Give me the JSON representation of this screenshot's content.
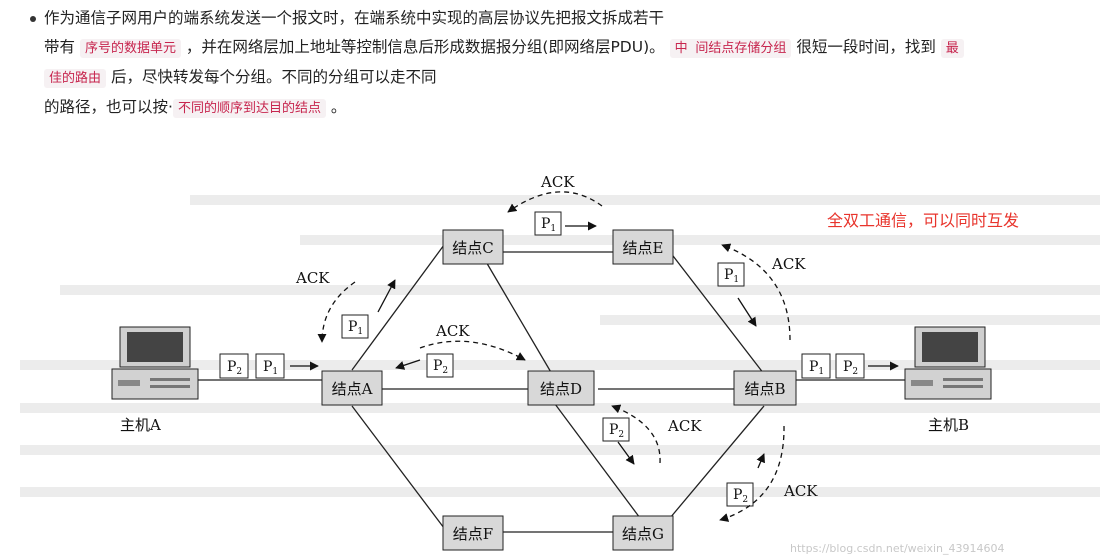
{
  "paragraph": {
    "line1": "作为通信子网用户的端系统发送一个报文时，在端系统中实现的高层协议先把报文拆成若干",
    "line2_a": "带有",
    "hl_seq": "序号的数据单元",
    "line2_b": "，并在网络层加上地址等控制信息后形成数据报分组(即网络层PDU)。",
    "hl_store": "中 间结点存储分组",
    "line2_c": "很短一段时间，找到",
    "hl_best_a": "最",
    "hl_best_b": "佳的路由",
    "line3_a": "后，尽快转发每个分组。不同的分组可以走不同",
    "line4_a": "的路径，也可以按·",
    "hl_order": "不同的顺序到达目的结点",
    "line4_b": "。"
  },
  "diagram": {
    "nodes": {
      "A": "结点A",
      "B": "结点B",
      "C": "结点C",
      "D": "结点D",
      "E": "结点E",
      "F": "结点F",
      "G": "结点G"
    },
    "hosts": {
      "A": "主机A",
      "B": "主机B"
    },
    "packets": {
      "p1": "P",
      "p2": "P",
      "sub1": "1",
      "sub2": "2"
    },
    "ack": "ACK",
    "note": "全双工通信，可以同时互发",
    "watermark": "https://blog.csdn.net/weixin_43914604"
  },
  "colors": {
    "note": "#e8342c",
    "highlight_text": "#c7254e",
    "highlight_bg": "#f6f1f3"
  }
}
